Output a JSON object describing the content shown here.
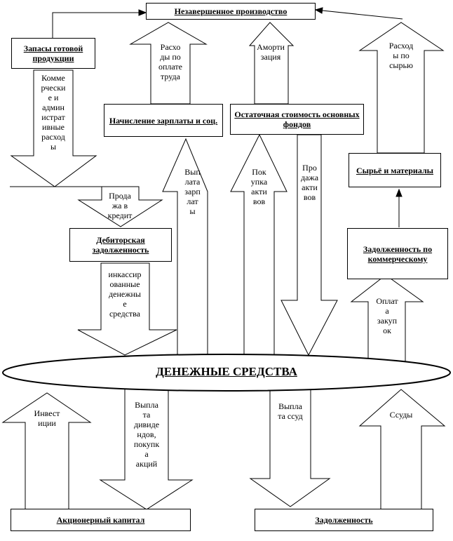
{
  "nodes": {
    "wip": "Незавершенное производство",
    "finished_goods": "Запасы готовой продукции",
    "payroll": "Начисление зарплаты и соц.",
    "fixed_assets": "Остаточная стоимость основных фондов",
    "raw_materials": "Сырьё и материалы",
    "receivables": "Дебиторская задолженность",
    "payables": "Задолженность по коммерческому",
    "cash": "ДЕНЕЖНЫЕ СРЕДСТВА",
    "equity": "Акционерный капитал",
    "debt": "Задолженность"
  },
  "flows": {
    "labor_costs": "Расхо\nды по\nоплате\nтруда",
    "amortization": "Аморти\nзация",
    "raw_costs": "Расход\nы по\nсырью",
    "admin_costs": "Комме\nрчески\nе и\nадмин\nистрат\nивные\nрасход\nы",
    "credit_sales": "Прода\nжа в\nкредит",
    "wage_payment": "Вып\nлата\nзарп\nлат\nы",
    "asset_purchase": "Пок\nупка\nакти\nвов",
    "asset_sale": "Про\nдажа\nакти\nвов",
    "collected_cash": "инкассир\nованные\nденежны\nе\nсредства",
    "purchase_payment": "Оплат\nа\nзакуп\nок",
    "investments": "Инвест\nиции",
    "dividends": "Выпла\nта\nдивиде\nндов,\nпокупк\nа\nакций",
    "loan_repayment": "Выпла\nта ссуд",
    "loans": "Ссуды"
  }
}
